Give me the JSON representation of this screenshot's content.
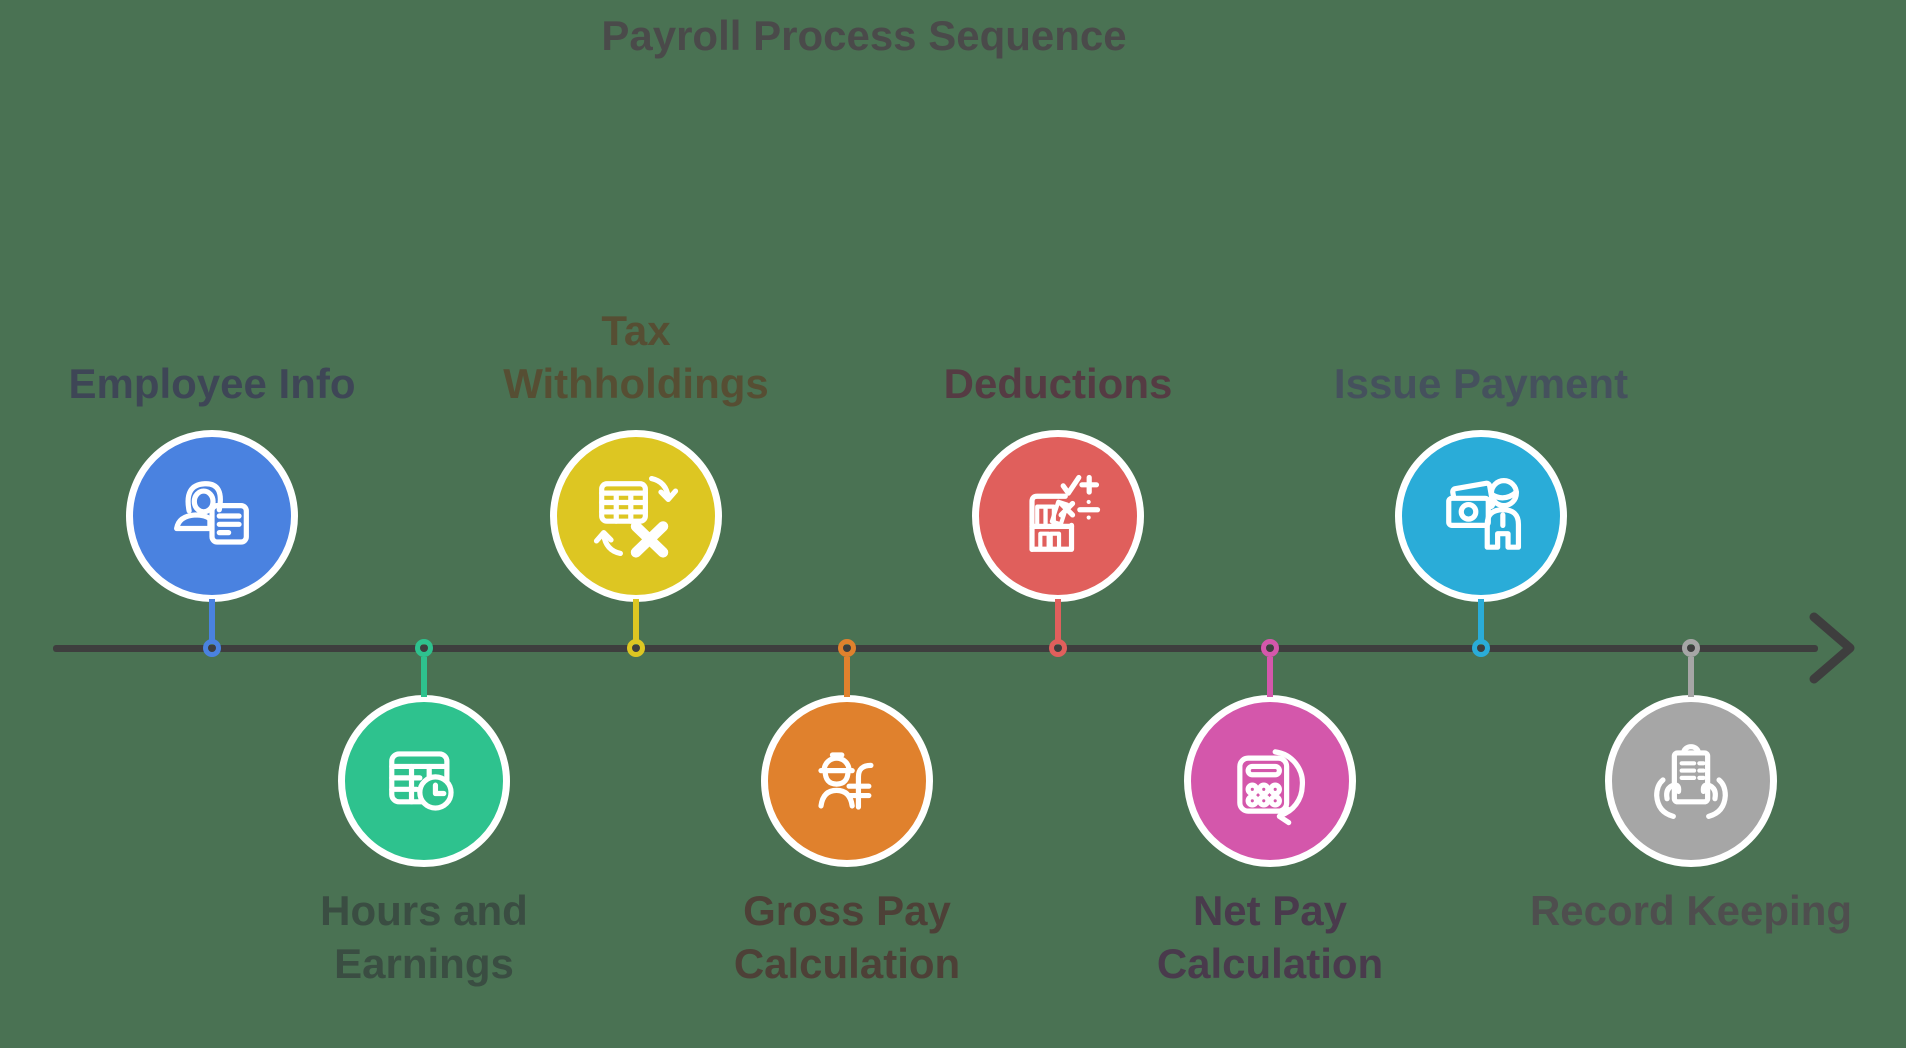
{
  "title": {
    "text": "Payroll Process Sequence",
    "color": "#4a4a4a"
  },
  "background_color": "#4a7253",
  "timeline": {
    "color": "#3e3e3e",
    "direction": "right"
  },
  "steps": [
    {
      "label": "Employee Info",
      "line1": "Employee Info",
      "line2": "",
      "position": "above",
      "color": "#4a82e0",
      "label_color": "#3e4656",
      "icon": "person-document-icon"
    },
    {
      "label": "Hours and Earnings",
      "line1": "Hours and",
      "line2": "Earnings",
      "position": "below",
      "color": "#2ec28e",
      "label_color": "#3a4d42",
      "icon": "timesheet-clock-icon"
    },
    {
      "label": "Tax Withholdings",
      "line1": "Tax",
      "line2": "Withholdings",
      "position": "above",
      "color": "#ddc622",
      "label_color": "#564e33",
      "icon": "spreadsheet-multiply-icon"
    },
    {
      "label": "Gross Pay Calculation",
      "line1": "Gross Pay",
      "line2": "Calculation",
      "position": "below",
      "color": "#e0812d",
      "label_color": "#4d4037",
      "icon": "worker-currency-icon"
    },
    {
      "label": "Deductions",
      "line1": "Deductions",
      "line2": "",
      "position": "above",
      "color": "#e05f5c",
      "label_color": "#553b43",
      "icon": "bookshelf-math-icon"
    },
    {
      "label": "Net Pay Calculation",
      "line1": "Net Pay",
      "line2": "Calculation",
      "position": "below",
      "color": "#d457ab",
      "label_color": "#493a4c",
      "icon": "calculator-refresh-icon"
    },
    {
      "label": "Issue Payment",
      "line1": "Issue Payment",
      "line2": "",
      "position": "above",
      "color": "#2aacd8",
      "label_color": "#45515d",
      "icon": "wallet-person-icon"
    },
    {
      "label": "Record Keeping",
      "line1": "Record Keeping",
      "line2": "",
      "position": "below",
      "color": "#a6a6a6",
      "label_color": "#4e4e4e",
      "icon": "clipboard-hands-icon"
    }
  ]
}
